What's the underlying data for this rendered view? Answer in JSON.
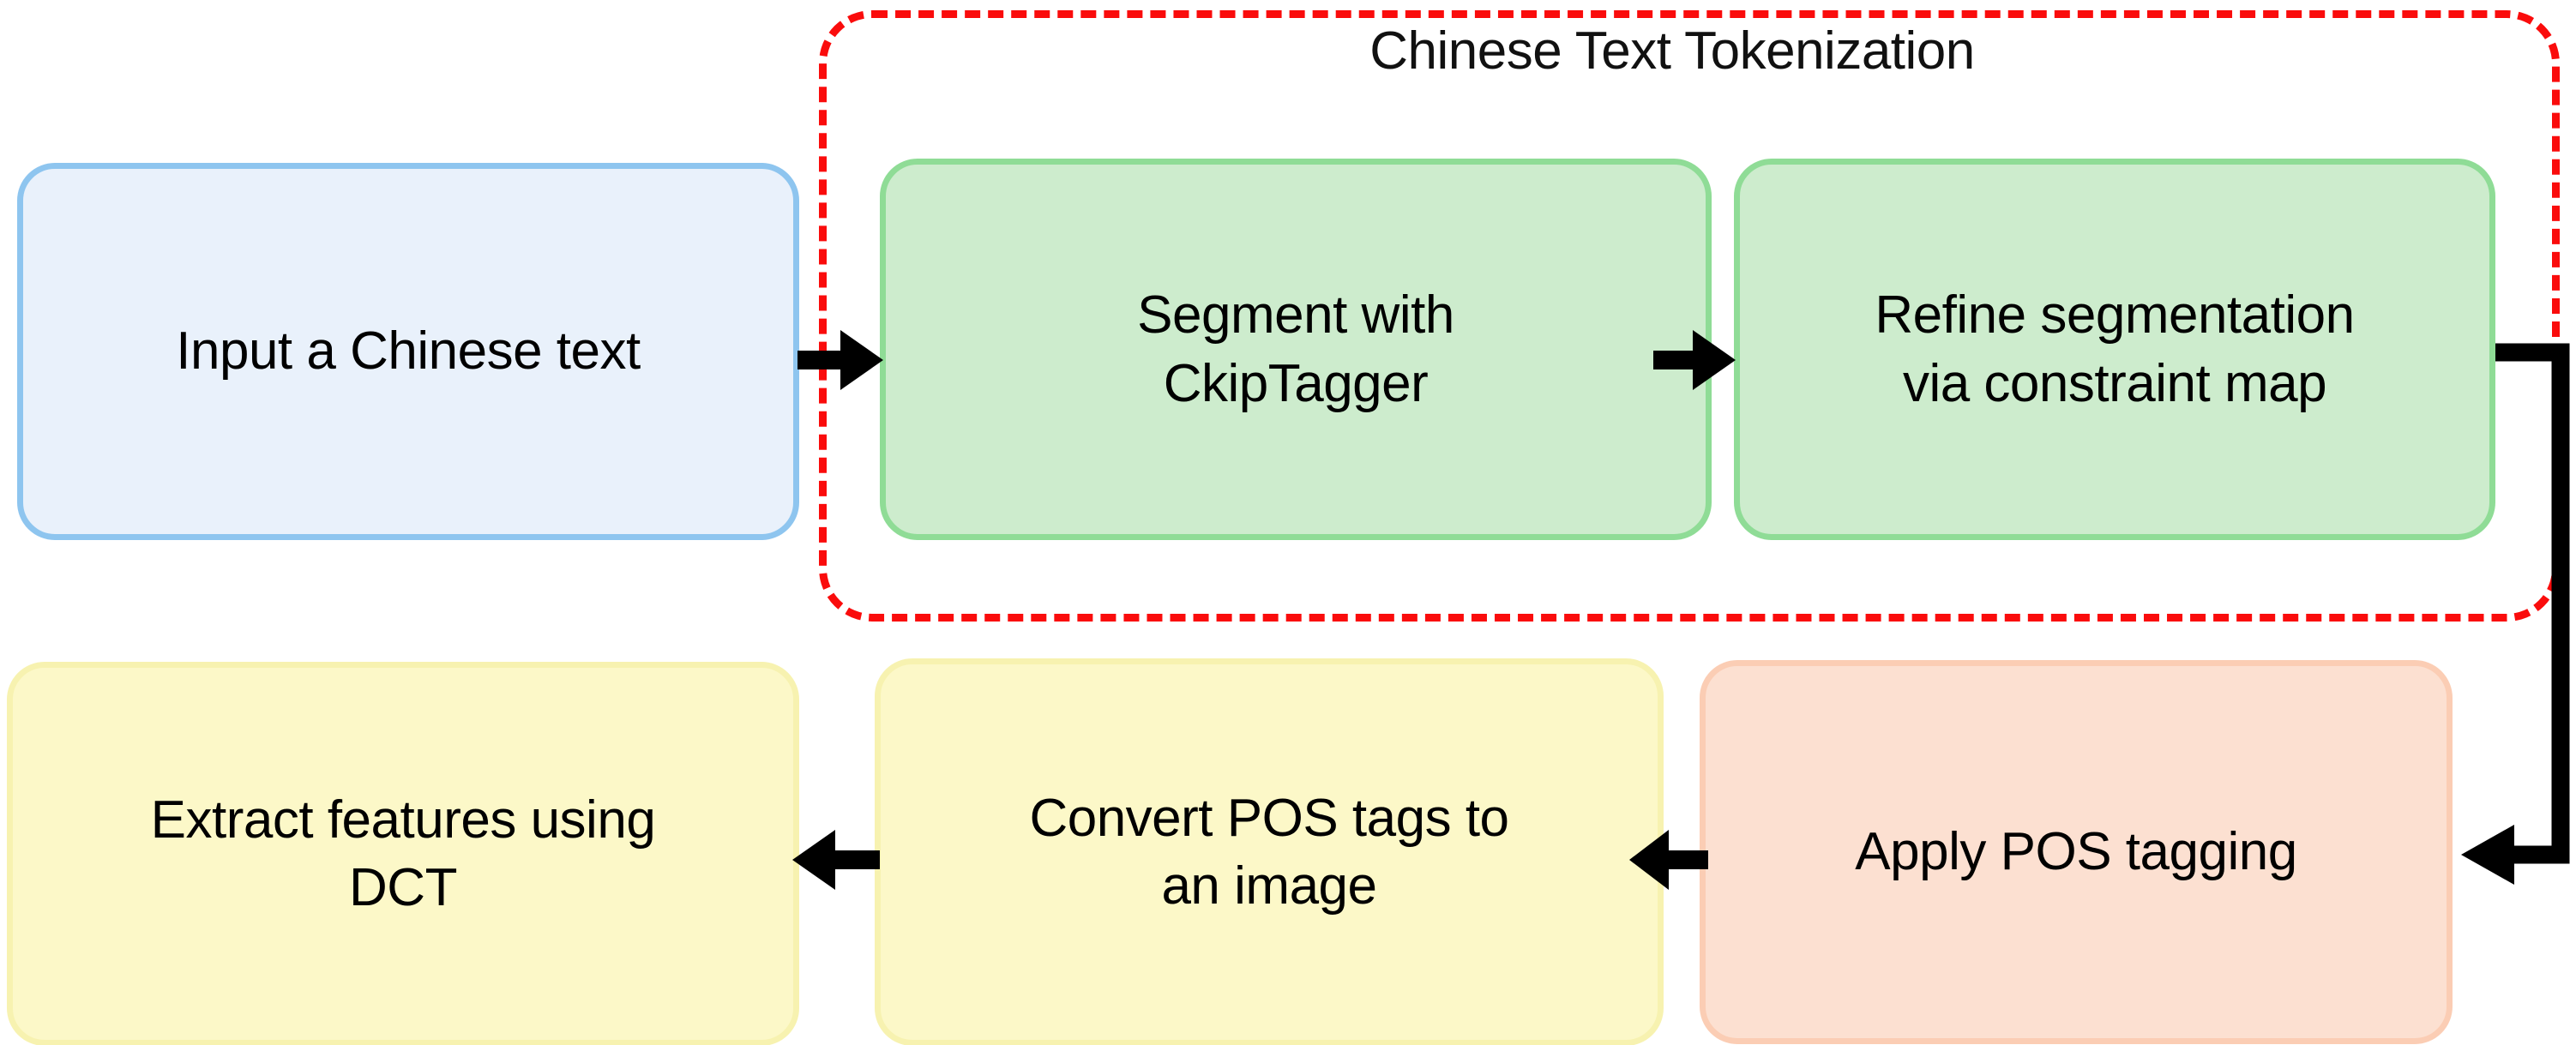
{
  "diagram": {
    "title": "Chinese Text Tokenization",
    "group": {
      "label": "Chinese Text Tokenization",
      "border_color": "#fa0c0c",
      "style": "dashed"
    },
    "nodes": [
      {
        "id": "input-text",
        "label": "Input a Chinese text",
        "fill": "#e9f1fb",
        "stroke": "#8ec5ef"
      },
      {
        "id": "segment-ckiptagger",
        "label": "Segment with\nCkipTagger",
        "fill": "#cdeccd",
        "stroke": "#8fdc96"
      },
      {
        "id": "refine-segmentation",
        "label": "Refine segmentation\nvia constraint map",
        "fill": "#cdeccd",
        "stroke": "#8fdc96"
      },
      {
        "id": "apply-pos-tagging",
        "label": "Apply POS tagging",
        "fill": "#fce0d1",
        "stroke": "#fbcdb4"
      },
      {
        "id": "convert-pos-image",
        "label": "Convert POS tags to\nan image",
        "fill": "#fcf8c8",
        "stroke": "#f7f2b0"
      },
      {
        "id": "extract-dct",
        "label": "Extract features using\nDCT",
        "fill": "#fcf8c8",
        "stroke": "#f7f2b0"
      }
    ],
    "edges": [
      {
        "id": "e1",
        "from": "input-text",
        "to": "segment-ckiptagger",
        "direction": "right"
      },
      {
        "id": "e2",
        "from": "segment-ckiptagger",
        "to": "refine-segmentation",
        "direction": "right"
      },
      {
        "id": "e3",
        "from": "refine-segmentation",
        "to": "apply-pos-tagging",
        "direction": "elbow-down-left"
      },
      {
        "id": "e4",
        "from": "apply-pos-tagging",
        "to": "convert-pos-image",
        "direction": "left"
      },
      {
        "id": "e5",
        "from": "convert-pos-image",
        "to": "extract-dct",
        "direction": "left"
      }
    ],
    "arrow_color": "#000000"
  }
}
